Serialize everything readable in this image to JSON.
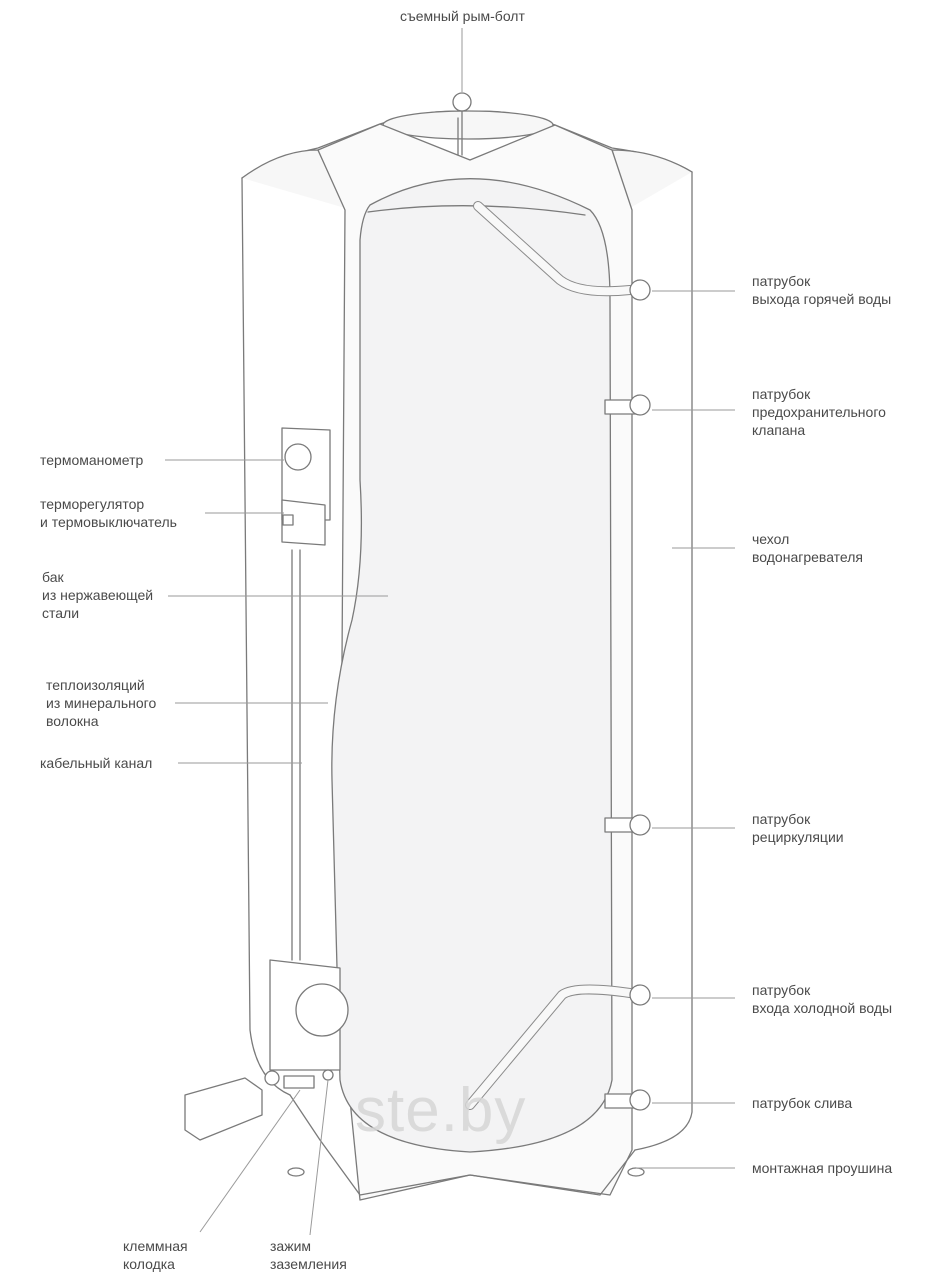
{
  "labels": {
    "eyebolt": "съемный рым-болт",
    "hot_out": [
      "патрубок",
      "выхода горячей воды"
    ],
    "safety": [
      "патрубок",
      "предохранительного",
      "клапана"
    ],
    "casing": [
      "чехол",
      "водонагревателя"
    ],
    "recirc": [
      "патрубок",
      "рециркуляции"
    ],
    "cold_in": [
      "патрубок",
      "входа холодной воды"
    ],
    "drain": "патрубок слива",
    "mount": "монтажная проушина",
    "thermomanometer": "термоманометр",
    "thermostat": [
      "терморегулятор",
      "и термовыключатель"
    ],
    "tank": [
      "бак",
      "из нержавеющей",
      "стали"
    ],
    "insulation": [
      "теплоизоляций",
      "из минерального",
      "волокна"
    ],
    "cable": "кабельный канал",
    "terminal": [
      "клеммная",
      "колодка"
    ],
    "ground": [
      "зажим",
      "заземления"
    ]
  },
  "watermark": "ste.by",
  "colors": {
    "line": "#7a7a7a",
    "leader": "#9a9a9a",
    "fill": "#f3f3f4",
    "text": "#4a4a4a"
  }
}
